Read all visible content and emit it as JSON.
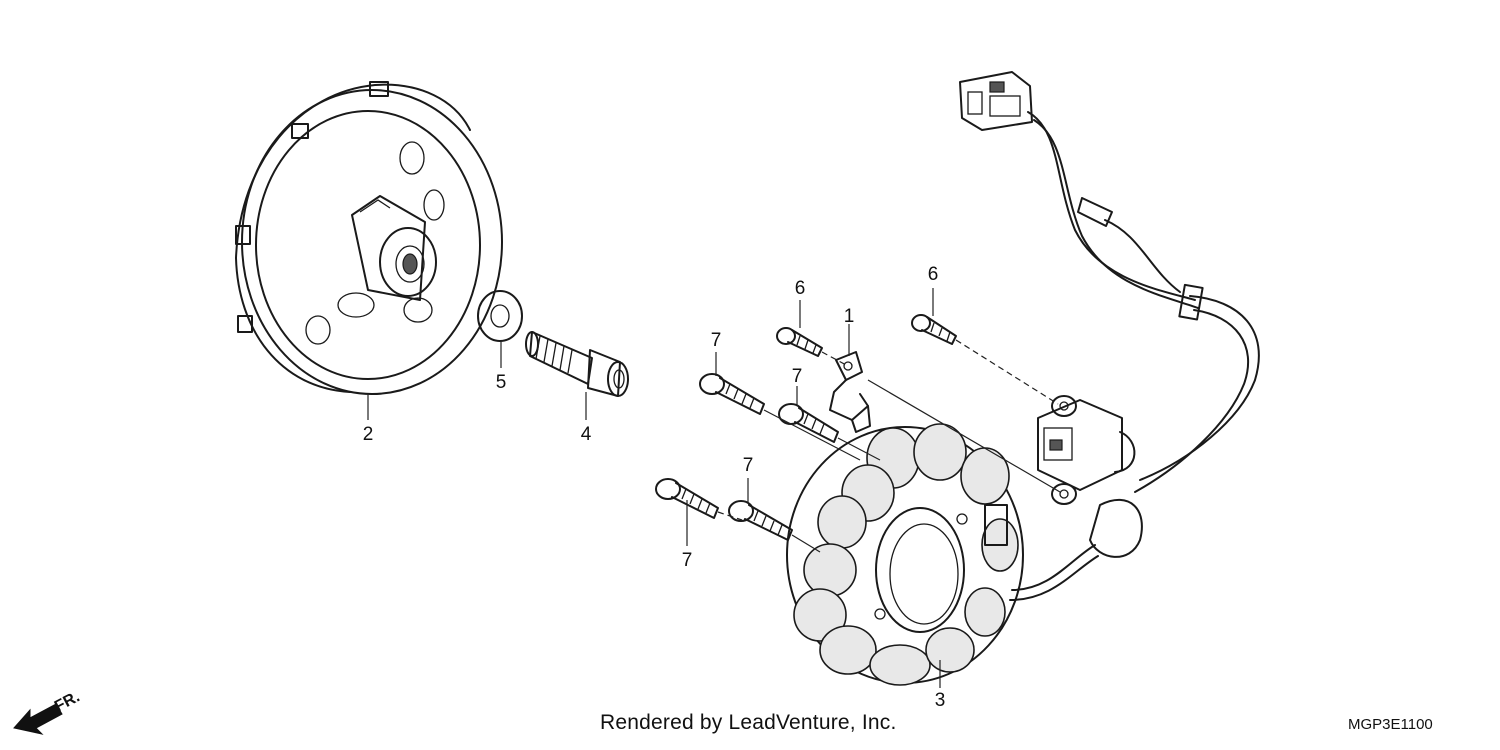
{
  "callouts": [
    {
      "id": "callout-1",
      "text": "1"
    },
    {
      "id": "callout-2",
      "text": "2"
    },
    {
      "id": "callout-3",
      "text": "3"
    },
    {
      "id": "callout-4",
      "text": "4"
    },
    {
      "id": "callout-5",
      "text": "5"
    },
    {
      "id": "callout-6a",
      "text": "6"
    },
    {
      "id": "callout-6b",
      "text": "6"
    },
    {
      "id": "callout-7a",
      "text": "7"
    },
    {
      "id": "callout-7b",
      "text": "7"
    },
    {
      "id": "callout-7c",
      "text": "7"
    },
    {
      "id": "callout-7d",
      "text": "7"
    }
  ],
  "direction_label": "FR.",
  "credit": "Rendered by LeadVenture, Inc.",
  "diagram_code": "MGP3E1100"
}
